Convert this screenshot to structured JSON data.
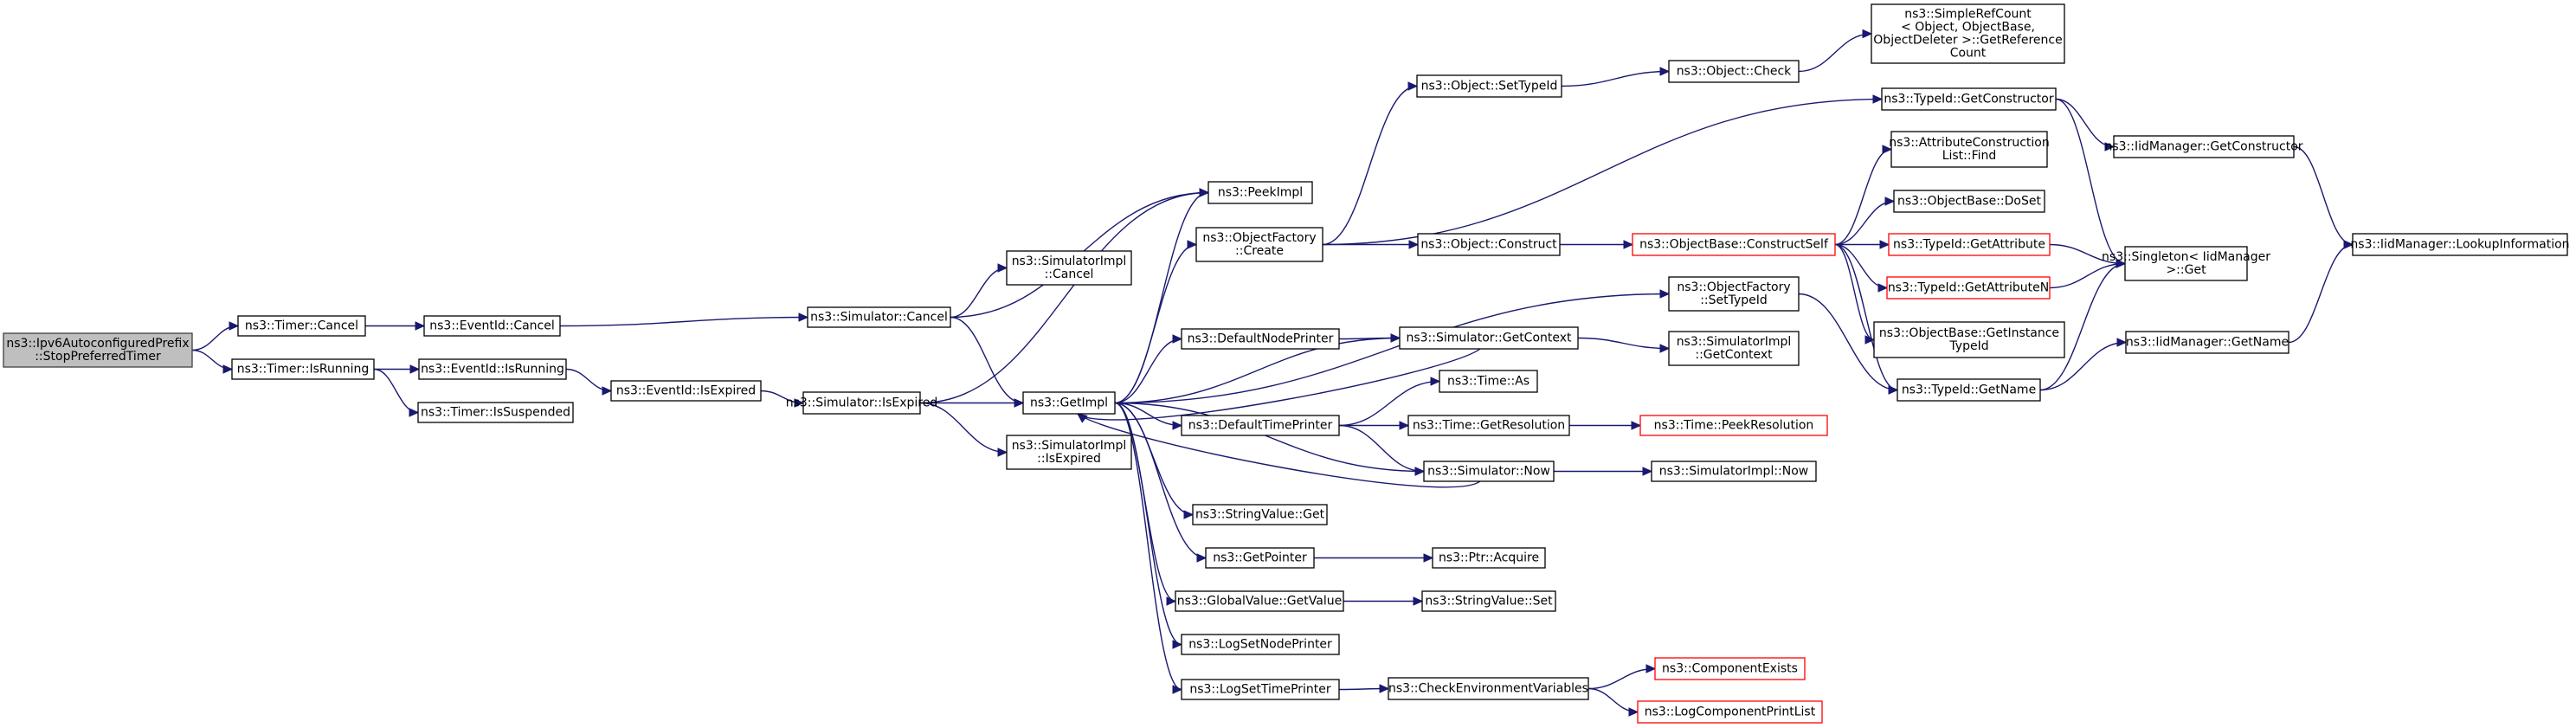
{
  "diagram": {
    "type": "call-graph",
    "colors": {
      "edge": "#191970",
      "node_border": "#000000",
      "root_fill": "#bfbfbf",
      "truncated_border": "#ff0000"
    },
    "nodes": [
      {
        "id": "root",
        "lines": [
          "ns3::Ipv6AutoconfiguredPrefix",
          "::StopPreferredTimer"
        ],
        "root": true
      },
      {
        "id": "timer_cancel",
        "lines": [
          "ns3::Timer::Cancel"
        ]
      },
      {
        "id": "timer_isrunning",
        "lines": [
          "ns3::Timer::IsRunning"
        ]
      },
      {
        "id": "eventid_cancel",
        "lines": [
          "ns3::EventId::Cancel"
        ]
      },
      {
        "id": "eventid_isrunning",
        "lines": [
          "ns3::EventId::IsRunning"
        ]
      },
      {
        "id": "timer_issuspended",
        "lines": [
          "ns3::Timer::IsSuspended"
        ]
      },
      {
        "id": "eventid_isexpired",
        "lines": [
          "ns3::EventId::IsExpired"
        ]
      },
      {
        "id": "sim_cancel",
        "lines": [
          "ns3::Simulator::Cancel"
        ]
      },
      {
        "id": "sim_isexpired",
        "lines": [
          "ns3::Simulator::IsExpired"
        ]
      },
      {
        "id": "simimpl_cancel",
        "lines": [
          "ns3::SimulatorImpl",
          "::Cancel"
        ]
      },
      {
        "id": "simimpl_isexpired",
        "lines": [
          "ns3::SimulatorImpl",
          "::IsExpired"
        ]
      },
      {
        "id": "peekimpl",
        "lines": [
          "ns3::PeekImpl"
        ]
      },
      {
        "id": "getimpl",
        "lines": [
          "ns3::GetImpl"
        ]
      },
      {
        "id": "objfactory_create",
        "lines": [
          "ns3::ObjectFactory",
          "::Create"
        ]
      },
      {
        "id": "defaultnodeprinter",
        "lines": [
          "ns3::DefaultNodePrinter"
        ]
      },
      {
        "id": "defaulttimeprinter",
        "lines": [
          "ns3::DefaultTimePrinter"
        ]
      },
      {
        "id": "stringvalue_get",
        "lines": [
          "ns3::StringValue::Get"
        ]
      },
      {
        "id": "getpointer",
        "lines": [
          "ns3::GetPointer"
        ]
      },
      {
        "id": "globalvalue_getvalue",
        "lines": [
          "ns3::GlobalValue::GetValue"
        ]
      },
      {
        "id": "logsetnodeprinter",
        "lines": [
          "ns3::LogSetNodePrinter"
        ]
      },
      {
        "id": "logsettimeprinter",
        "lines": [
          "ns3::LogSetTimePrinter"
        ]
      },
      {
        "id": "object_settypeid",
        "lines": [
          "ns3::Object::SetTypeId"
        ]
      },
      {
        "id": "object_construct",
        "lines": [
          "ns3::Object::Construct"
        ]
      },
      {
        "id": "sim_getcontext",
        "lines": [
          "ns3::Simulator::GetContext"
        ]
      },
      {
        "id": "time_as",
        "lines": [
          "ns3::Time::As"
        ]
      },
      {
        "id": "time_getresolution",
        "lines": [
          "ns3::Time::GetResolution"
        ]
      },
      {
        "id": "sim_now",
        "lines": [
          "ns3::Simulator::Now"
        ]
      },
      {
        "id": "ptr_acquire",
        "lines": [
          "ns3::Ptr::Acquire"
        ]
      },
      {
        "id": "stringvalue_set",
        "lines": [
          "ns3::StringValue::Set"
        ]
      },
      {
        "id": "checkenv",
        "lines": [
          "ns3::CheckEnvironmentVariables"
        ]
      },
      {
        "id": "object_check",
        "lines": [
          "ns3::Object::Check"
        ]
      },
      {
        "id": "objbase_constructself",
        "lines": [
          "ns3::ObjectBase::ConstructSelf"
        ],
        "truncated": true
      },
      {
        "id": "objfactory_settypeid",
        "lines": [
          "ns3::ObjectFactory",
          "::SetTypeId"
        ]
      },
      {
        "id": "simimpl_getcontext",
        "lines": [
          "ns3::SimulatorImpl",
          "::GetContext"
        ]
      },
      {
        "id": "time_peekresolution",
        "lines": [
          "ns3::Time::PeekResolution"
        ],
        "truncated": true
      },
      {
        "id": "simimpl_now",
        "lines": [
          "ns3::SimulatorImpl::Now"
        ]
      },
      {
        "id": "componentexists",
        "lines": [
          "ns3::ComponentExists"
        ],
        "truncated": true
      },
      {
        "id": "logcomponentprintlist",
        "lines": [
          "ns3::LogComponentPrintList"
        ],
        "truncated": true
      },
      {
        "id": "simplerefcount",
        "lines": [
          "ns3::SimpleRefCount",
          "< Object, ObjectBase,",
          " ObjectDeleter >::GetReference",
          "Count"
        ]
      },
      {
        "id": "typeid_getconstructor",
        "lines": [
          "ns3::TypeId::GetConstructor"
        ]
      },
      {
        "id": "attrconstlist_find",
        "lines": [
          "ns3::AttributeConstruction",
          "List::Find"
        ]
      },
      {
        "id": "objbase_doset",
        "lines": [
          "ns3::ObjectBase::DoSet"
        ]
      },
      {
        "id": "typeid_getattribute",
        "lines": [
          "ns3::TypeId::GetAttribute"
        ],
        "truncated": true
      },
      {
        "id": "typeid_getattributen",
        "lines": [
          "ns3::TypeId::GetAttributeN"
        ],
        "truncated": true
      },
      {
        "id": "objbase_getinstancetypeid",
        "lines": [
          "ns3::ObjectBase::GetInstance",
          "TypeId"
        ]
      },
      {
        "id": "typeid_getname",
        "lines": [
          "ns3::TypeId::GetName"
        ]
      },
      {
        "id": "iidmanager_getconstructor",
        "lines": [
          "ns3::IidManager::GetConstructor"
        ]
      },
      {
        "id": "singleton_get",
        "lines": [
          "ns3::Singleton< IidManager",
          " >::Get"
        ]
      },
      {
        "id": "iidmanager_getname",
        "lines": [
          "ns3::IidManager::GetName"
        ]
      },
      {
        "id": "iidmanager_lookupinfo",
        "lines": [
          "ns3::IidManager::LookupInformation"
        ]
      }
    ],
    "edges": [
      [
        "root",
        "timer_cancel"
      ],
      [
        "root",
        "timer_isrunning"
      ],
      [
        "timer_cancel",
        "eventid_cancel"
      ],
      [
        "timer_isrunning",
        "eventid_isrunning"
      ],
      [
        "timer_isrunning",
        "timer_issuspended"
      ],
      [
        "eventid_cancel",
        "sim_cancel"
      ],
      [
        "eventid_isrunning",
        "eventid_isexpired"
      ],
      [
        "eventid_isexpired",
        "sim_isexpired"
      ],
      [
        "sim_cancel",
        "simimpl_cancel"
      ],
      [
        "sim_cancel",
        "peekimpl"
      ],
      [
        "sim_cancel",
        "getimpl"
      ],
      [
        "sim_isexpired",
        "peekimpl"
      ],
      [
        "sim_isexpired",
        "getimpl"
      ],
      [
        "sim_isexpired",
        "simimpl_isexpired"
      ],
      [
        "getimpl",
        "peekimpl"
      ],
      [
        "getimpl",
        "objfactory_create"
      ],
      [
        "getimpl",
        "objfactory_settypeid"
      ],
      [
        "getimpl",
        "defaultnodeprinter"
      ],
      [
        "getimpl",
        "sim_getcontext"
      ],
      [
        "getimpl",
        "defaulttimeprinter"
      ],
      [
        "getimpl",
        "sim_now"
      ],
      [
        "getimpl",
        "stringvalue_get"
      ],
      [
        "getimpl",
        "getpointer"
      ],
      [
        "getimpl",
        "globalvalue_getvalue"
      ],
      [
        "getimpl",
        "logsetnodeprinter"
      ],
      [
        "getimpl",
        "logsettimeprinter"
      ],
      [
        "sim_getcontext",
        "getimpl"
      ],
      [
        "sim_now",
        "getimpl"
      ],
      [
        "objfactory_create",
        "object_settypeid"
      ],
      [
        "objfactory_create",
        "object_construct"
      ],
      [
        "objfactory_create",
        "typeid_getconstructor"
      ],
      [
        "object_settypeid",
        "object_check"
      ],
      [
        "object_check",
        "simplerefcount"
      ],
      [
        "object_construct",
        "objbase_constructself"
      ],
      [
        "objbase_constructself",
        "attrconstlist_find"
      ],
      [
        "objbase_constructself",
        "objbase_doset"
      ],
      [
        "objbase_constructself",
        "typeid_getattribute"
      ],
      [
        "objbase_constructself",
        "typeid_getattributen"
      ],
      [
        "objbase_constructself",
        "objbase_getinstancetypeid"
      ],
      [
        "objbase_constructself",
        "typeid_getname"
      ],
      [
        "objfactory_settypeid",
        "typeid_getname"
      ],
      [
        "defaultnodeprinter",
        "sim_getcontext"
      ],
      [
        "sim_getcontext",
        "simimpl_getcontext"
      ],
      [
        "defaulttimeprinter",
        "time_as"
      ],
      [
        "defaulttimeprinter",
        "time_getresolution"
      ],
      [
        "defaulttimeprinter",
        "sim_now"
      ],
      [
        "time_getresolution",
        "time_peekresolution"
      ],
      [
        "sim_now",
        "simimpl_now"
      ],
      [
        "getpointer",
        "ptr_acquire"
      ],
      [
        "globalvalue_getvalue",
        "stringvalue_set"
      ],
      [
        "logsettimeprinter",
        "checkenv"
      ],
      [
        "checkenv",
        "componentexists"
      ],
      [
        "checkenv",
        "logcomponentprintlist"
      ],
      [
        "typeid_getconstructor",
        "iidmanager_getconstructor"
      ],
      [
        "typeid_getconstructor",
        "singleton_get"
      ],
      [
        "typeid_getattribute",
        "singleton_get"
      ],
      [
        "typeid_getattributen",
        "singleton_get"
      ],
      [
        "typeid_getname",
        "singleton_get"
      ],
      [
        "typeid_getname",
        "iidmanager_getname"
      ],
      [
        "iidmanager_getconstructor",
        "iidmanager_lookupinfo"
      ],
      [
        "iidmanager_getname",
        "iidmanager_lookupinfo"
      ]
    ]
  }
}
